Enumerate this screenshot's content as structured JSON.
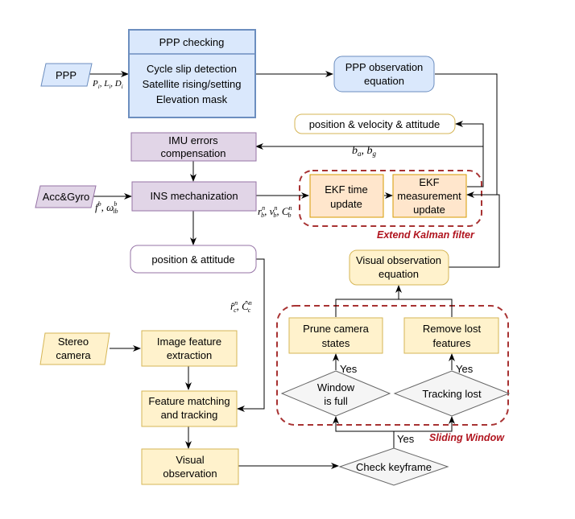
{
  "nodes": {
    "ppp": "PPP",
    "ppp_checking_title": "PPP checking",
    "ppp_checking_line1": "Cycle slip detection",
    "ppp_checking_line2": "Satellite rising/setting",
    "ppp_checking_line3": "Elevation mask",
    "ppp_obs_line1": "PPP observation",
    "ppp_obs_line2": "equation",
    "pva": "position & velocity & attitude",
    "imu_err_line1": "IMU errors",
    "imu_err_line2": "compensation",
    "accgyro": "Acc&Gyro",
    "ins": "INS mechanization",
    "ekf_time_line1": "EKF time",
    "ekf_time_line2": "update",
    "ekf_meas_line1": "EKF",
    "ekf_meas_line2": "measurement",
    "ekf_meas_line3": "update",
    "pos_att": "position & attitude",
    "vis_obs_eq_line1": "Visual observation",
    "vis_obs_eq_line2": "equation",
    "stereo_line1": "Stereo",
    "stereo_line2": "camera",
    "img_feat_line1": "Image feature",
    "img_feat_line2": "extraction",
    "prune_line1": "Prune camera",
    "prune_line2": "states",
    "remove_line1": "Remove lost",
    "remove_line2": "features",
    "window_line1": "Window",
    "window_line2": "is full",
    "tracking_lost": "Tracking lost",
    "feat_match_line1": "Feature matching",
    "feat_match_line2": "and tracking",
    "visual_obs_line1": "Visual",
    "visual_obs_line2": "observation",
    "check_keyframe": "Check keyframe"
  },
  "groups": {
    "ekf": "Extend Kalman filter",
    "sliding": "Sliding Window"
  },
  "edge_labels": {
    "yes_prune": "Yes",
    "yes_remove": "Yes",
    "yes_keyframe": "Yes"
  },
  "math_labels": {
    "ppp_obs": "P_i, L_i, D_i",
    "bias": "b_a, b_g",
    "imu_meas": "f^b, ω_ib^b",
    "ins_out": "r_b^n, v_b^n, C_b^n",
    "cam_pose": "r̂_c^n, Ĉ_c^n"
  },
  "colors": {
    "blue_fill": "#dae8fc",
    "blue_stroke": "#6c8ebf",
    "purple_fill": "#e1d5e7",
    "purple_stroke": "#9673a6",
    "yellow_fill": "#fff2cc",
    "yellow_stroke": "#d6b656",
    "orange_fill": "#ffe6cc",
    "orange_stroke": "#d79b00",
    "grey_fill": "#f5f5f5",
    "grey_stroke": "#666666",
    "dashed_red": "#a83232",
    "label_red": "#b0141e"
  }
}
